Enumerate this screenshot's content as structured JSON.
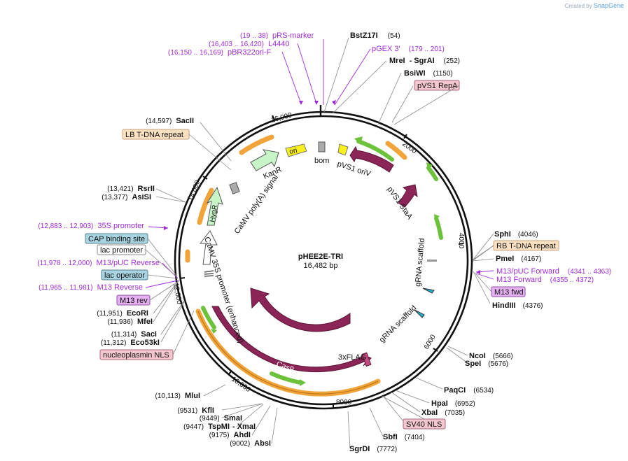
{
  "credit": {
    "prefix": "Created by",
    "brand": "SnapGene"
  },
  "plasmid": {
    "name": "pHEE2E-TRI",
    "length_label": "16,482 bp"
  },
  "colors": {
    "primer": "#a02cd8",
    "cas9": "#8b2457",
    "orange": "#f0a43a",
    "green": "#6cc23a"
  },
  "ticks": [
    "2000",
    "4000",
    "6000",
    "8000",
    "10,000",
    "12,000",
    "14,000",
    "16,000"
  ],
  "enzymes": [
    {
      "name": "BstZ17I",
      "pos": "(54)"
    },
    {
      "name": "MreI",
      "sep": "-",
      "name2": "SgrAI",
      "pos": "(252)"
    },
    {
      "name": "BsiWI",
      "pos": "(1150)"
    },
    {
      "name": "SphI",
      "pos": "(4046)"
    },
    {
      "name": "PmeI",
      "pos": "(4167)"
    },
    {
      "name": "HindIII",
      "pos": "(4376)"
    },
    {
      "name": "NcoI",
      "pos": "(5666)"
    },
    {
      "name": "SpeI",
      "pos": "(5676)"
    },
    {
      "name": "PaqCI",
      "pos": "(6534)"
    },
    {
      "name": "HpaI",
      "pos": "(6952)"
    },
    {
      "name": "XbaI",
      "pos": "(7035)"
    },
    {
      "name": "SbfI",
      "pos": "(7404)"
    },
    {
      "name": "SgrDI",
      "pos": "(7772)"
    },
    {
      "name": "AbsI",
      "pos": "(9002)"
    },
    {
      "name": "AhdI",
      "pos": "(9175)"
    },
    {
      "name": "TspMI",
      "sep": "-",
      "name2": "XmaI",
      "pos": "(9447)"
    },
    {
      "name": "SmaI",
      "pos": "(9449)"
    },
    {
      "name": "KflI",
      "pos": "(9531)"
    },
    {
      "name": "MluI",
      "pos": "(10,113)"
    },
    {
      "name": "Eco53kI",
      "pos": "(11,312)"
    },
    {
      "name": "SacI",
      "pos": "(11,314)"
    },
    {
      "name": "MfeI",
      "pos": "(11,936)"
    },
    {
      "name": "EcoRI",
      "pos": "(11,951)"
    },
    {
      "name": "AsiSI",
      "pos": "(13,377)"
    },
    {
      "name": "RsrII",
      "pos": "(13,421)"
    },
    {
      "name": "SacII",
      "pos": "(14,597)"
    }
  ],
  "primers": [
    {
      "name": "pRS-marker",
      "pos": "(19 .. 38)"
    },
    {
      "name": "L4440",
      "pos": "(16,403 .. 16,420)"
    },
    {
      "name": "pBR322ori-F",
      "pos": "(16,150 .. 16,169)"
    },
    {
      "name": "pGEX 3'",
      "pos": "(179 .. 201)"
    },
    {
      "name": "M13/pUC Forward",
      "pos": "(4341 .. 4363)"
    },
    {
      "name": "M13 Forward",
      "pos": "(4355 .. 4372)"
    },
    {
      "name": "35S promoter",
      "pos": "(12,883 .. 12,903)"
    },
    {
      "name": "M13/pUC Reverse",
      "pos": "(11,978 .. 12,000)"
    },
    {
      "name": "M13 Reverse",
      "pos": "(11,965 .. 11,981)"
    }
  ],
  "boxed_labels": [
    {
      "text": "pVS1 RepA"
    },
    {
      "text": "RB T-DNA repeat"
    },
    {
      "text": "M13 fwd"
    },
    {
      "text": "SV40 NLS"
    },
    {
      "text": "nucleoplasmin NLS"
    },
    {
      "text": "M13 rev"
    },
    {
      "text": "lac operator"
    },
    {
      "text": "lac promoter"
    },
    {
      "text": "CAP binding site"
    },
    {
      "text": "LB T-DNA repeat"
    }
  ],
  "features": [
    {
      "text": "ori"
    },
    {
      "text": "bom"
    },
    {
      "text": "pVS1 oriV"
    },
    {
      "text": "pVS1 StaA"
    },
    {
      "text": "gRNA scaffold"
    },
    {
      "text": "gRNA scaffold"
    },
    {
      "text": "3xFLAG"
    },
    {
      "text": "Cas9"
    },
    {
      "text": "Cas9"
    },
    {
      "text": "CaMV 35S promoter (enhanced)"
    },
    {
      "text": "HygR"
    },
    {
      "text": "CaMV poly(A) signal"
    },
    {
      "text": "KanR"
    }
  ]
}
